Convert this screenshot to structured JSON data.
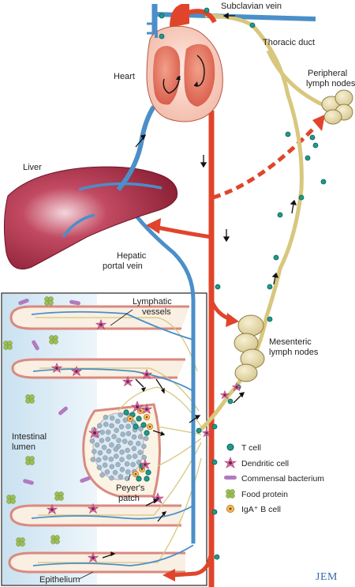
{
  "labels": {
    "subclavian_vein": "Subclavian vein",
    "thoracic_duct": "Thoracic duct",
    "heart": "Heart",
    "peripheral_lymph_nodes_1": "Peripheral",
    "peripheral_lymph_nodes_2": "lymph nodes",
    "liver": "Liver",
    "hepatic_portal_vein_1": "Hepatic",
    "hepatic_portal_vein_2": "portal vein",
    "lymphatic_vessels_1": "Lymphatic",
    "lymphatic_vessels_2": "vessels",
    "mesenteric_lymph_nodes_1": "Mesenteric",
    "mesenteric_lymph_nodes_2": "lymph nodes",
    "intestinal_lumen_1": "Intestinal",
    "intestinal_lumen_2": "lumen",
    "peyers_patch_1": "Peyer's",
    "peyers_patch_2": "patch",
    "epithelium": "Epithelium",
    "journal_mark": "JEM"
  },
  "legend": [
    {
      "label": "T cell",
      "icon": "t-cell-icon"
    },
    {
      "label": "Dendritic cell",
      "icon": "dendritic-cell-icon"
    },
    {
      "label": "Commensal bacterium",
      "icon": "bacterium-icon"
    },
    {
      "label": "Food protein",
      "icon": "food-protein-icon"
    },
    {
      "label": "IgA⁺ B cell",
      "icon": "iga-b-cell-icon"
    }
  ],
  "colors": {
    "vein_blue": "#4a8fc9",
    "artery_red": "#e0452b",
    "lymph_tan": "#d8c77d",
    "liver": "#a4293f",
    "node": "#e8dcae",
    "t_cell": "#1e9a8a",
    "dendritic": "#e26a9d",
    "bacterium": "#b07bc0",
    "food": "#9cbd55",
    "iga_b": "#e8a030",
    "lumen": "#d6e9f4",
    "villus_border": "#d98a7f"
  }
}
